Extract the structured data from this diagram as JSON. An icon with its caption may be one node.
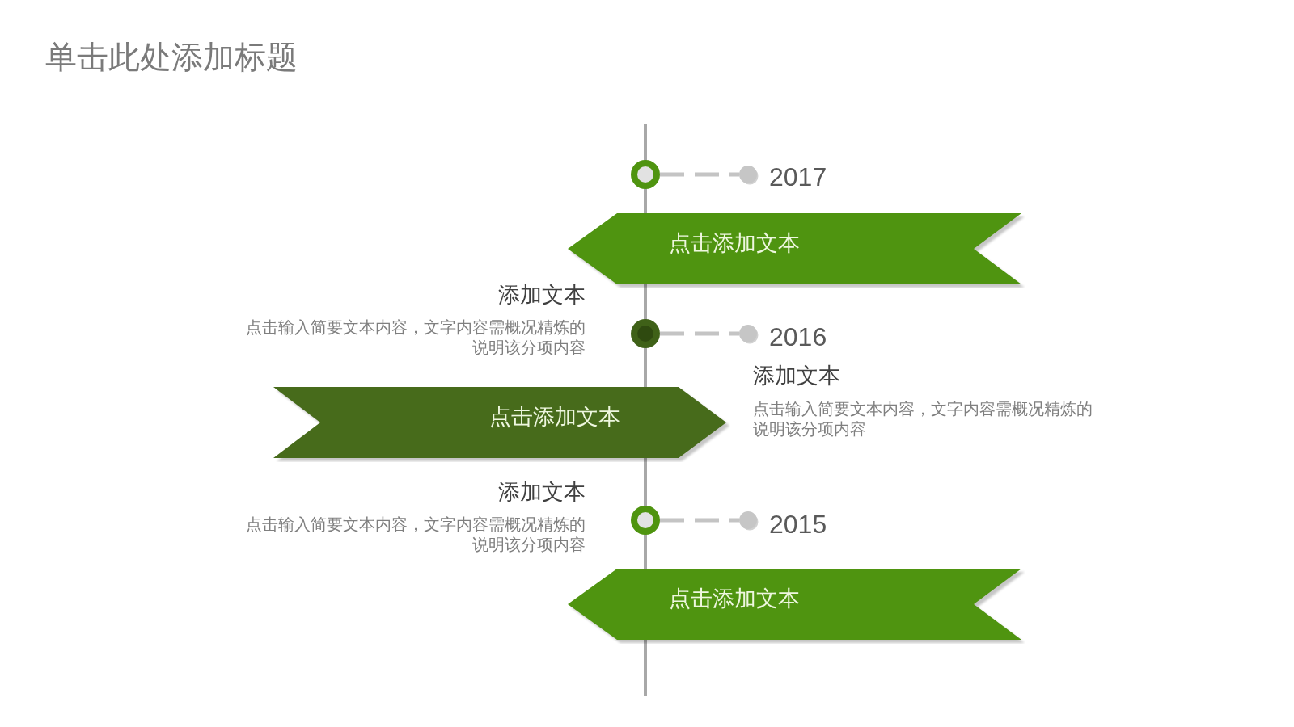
{
  "diagram": {
    "title": "单击此处添加标题",
    "nodes": [
      {
        "text": [],
        "shape": "circle"
      },
      {
        "text": [],
        "shape": "circle",
        "beside": [
          "2017"
        ]
      },
      {
        "text": [
          "点击添加文本"
        ]
      },
      {
        "text": [],
        "shape": "circle"
      },
      {
        "text": [],
        "shape": "circle",
        "beside": [
          "2016"
        ]
      },
      {
        "text": [
          "点击添加文本"
        ]
      },
      {
        "text": [],
        "shape": "circle"
      },
      {
        "text": [],
        "shape": "circle",
        "beside": [
          "2015"
        ]
      },
      {
        "text": [
          "点击添加文本"
        ]
      }
    ],
    "edges": [
      {
        "from": 0,
        "to": 1,
        "arrow": "none",
        "style": "dashed"
      },
      {
        "from": 3,
        "to": 4,
        "arrow": "none",
        "style": "dashed"
      },
      {
        "from": 6,
        "to": 7,
        "arrow": "none",
        "style": "dashed"
      }
    ],
    "labels": [
      "添加文本",
      "点击输入简要文本内容，文字内容需概况精炼的说明该分项内容",
      "添加文本",
      "点击输入简要文本内容，文字内容需概况精炼的说明该分项内容",
      "添加文本",
      "点击输入简要文本内容，文字内容需概况精炼的说明该分项内容"
    ]
  }
}
